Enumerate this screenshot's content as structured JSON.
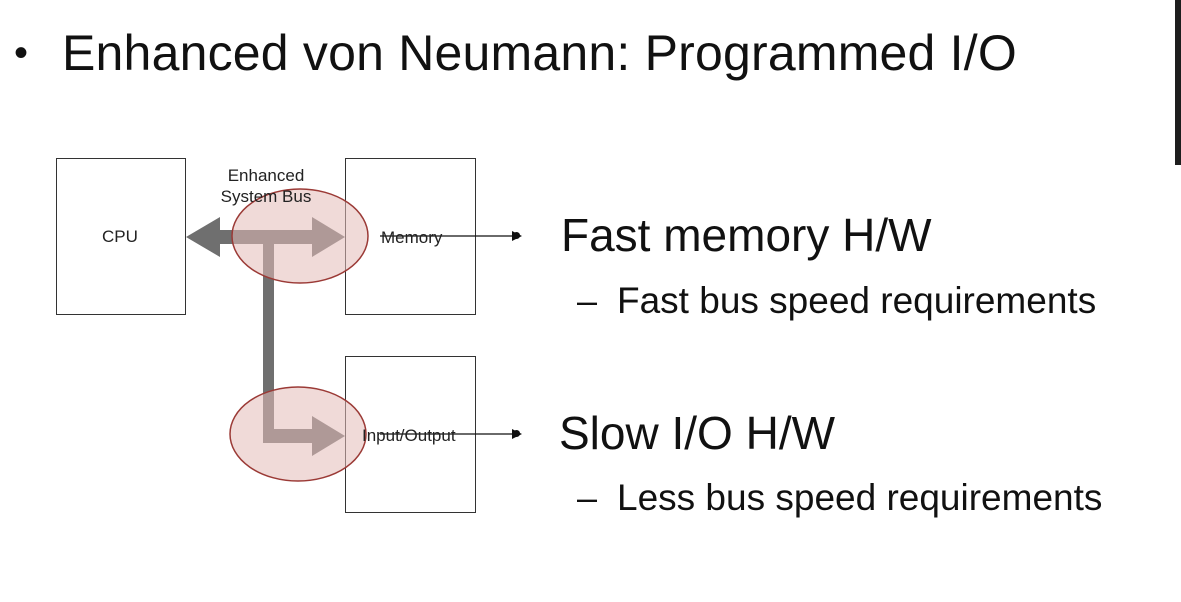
{
  "slide": {
    "title_bullet": "•",
    "title": "Enhanced von Neumann: Programmed I/O"
  },
  "diagram": {
    "cpu_label": "CPU",
    "memory_label": "Memory",
    "io_label": "Input/Output",
    "bus_label_line1": "Enhanced",
    "bus_label_line2": "System Bus"
  },
  "points": [
    {
      "bullet": "•",
      "text": "Fast memory H/W",
      "sub_dash": "–",
      "sub_text": "Fast bus speed requirements"
    },
    {
      "bullet": "•",
      "text": "Slow I/O H/W",
      "sub_dash": "–",
      "sub_text": "Less bus speed requirements"
    }
  ],
  "colors": {
    "bus_arrow": "#6f6f6f",
    "highlight_fill": "#e9c9c6",
    "highlight_stroke": "#9b3a36",
    "text": "#111111"
  }
}
